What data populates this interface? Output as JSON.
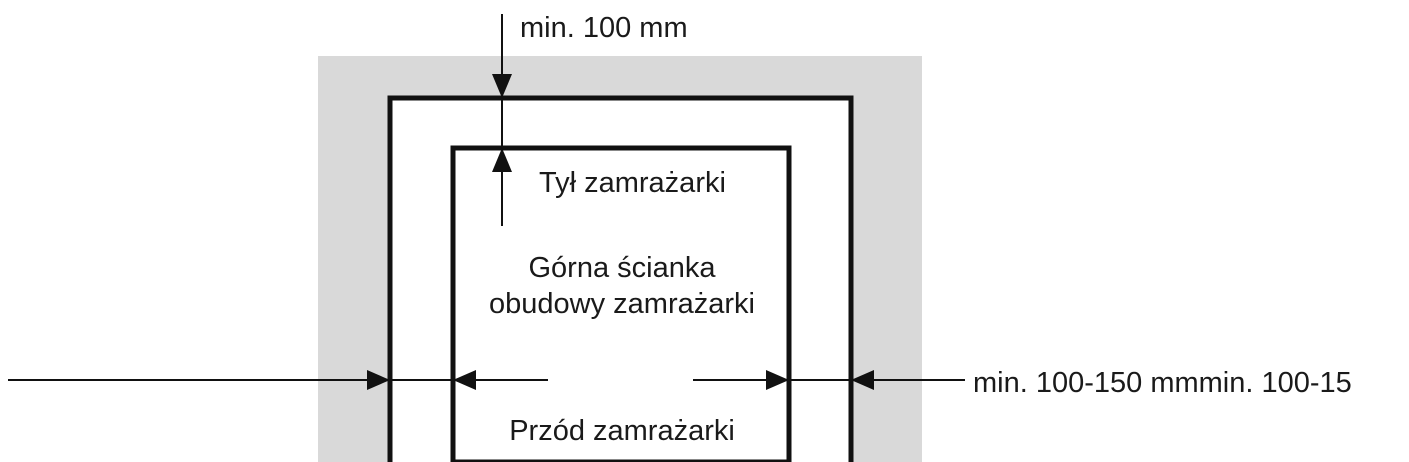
{
  "labels": {
    "top_clearance": "min. 100 mm",
    "side_clearance": "min. 100-150 mmmin. 100-15",
    "back": "Tył zamrażarki",
    "top_panel_line1": "Górna ścianka",
    "top_panel_line2": "obudowy zamrażarki",
    "front": "Przód zamrażarki"
  },
  "colors": {
    "shaded_area": "#d9d9d9",
    "lines": "#111111",
    "text": "#1a1a1a"
  }
}
